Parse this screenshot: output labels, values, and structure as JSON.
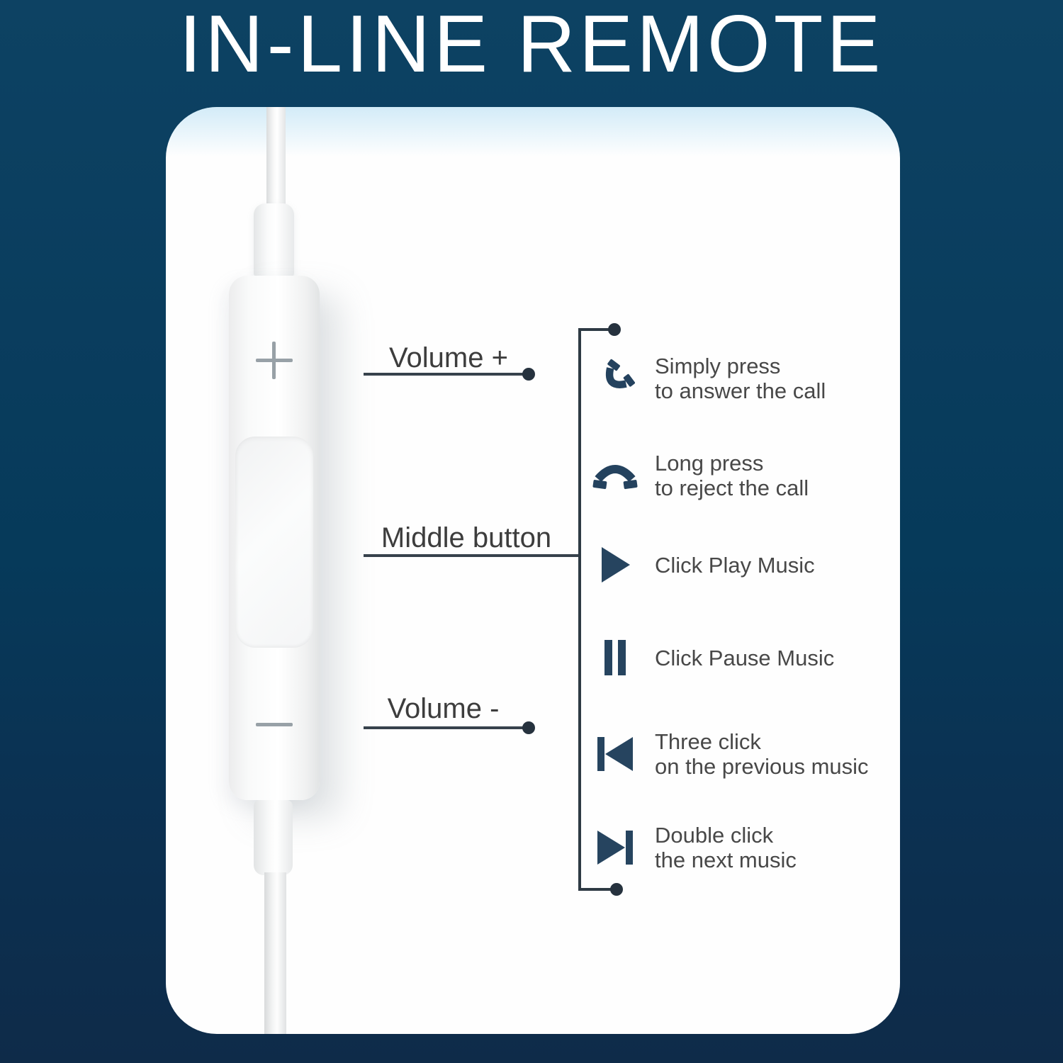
{
  "title": "IN-LINE REMOTE",
  "colors": {
    "background_top": "#0d4263",
    "background_bottom": "#0e2b49",
    "card": "#fefefe",
    "icon_navy": "#24425e",
    "callout_line": "#37424c",
    "label_text": "#3d3d3d",
    "action_text": "#484848",
    "title_text": "#ffffff"
  },
  "device": {
    "volume_up_symbol": "+",
    "volume_down_symbol": "-"
  },
  "device_labels": {
    "volume_up": "Volume +",
    "middle": "Middle button",
    "volume_down": "Volume -"
  },
  "actions": [
    {
      "icon": "answer-call-icon",
      "lines": [
        "Simply press",
        "to answer the call"
      ]
    },
    {
      "icon": "reject-call-icon",
      "lines": [
        "Long press",
        "to reject the call"
      ]
    },
    {
      "icon": "play-icon",
      "lines": [
        "Click Play Music"
      ]
    },
    {
      "icon": "pause-icon",
      "lines": [
        "Click Pause Music"
      ]
    },
    {
      "icon": "previous-track-icon",
      "lines": [
        "Three click",
        "on the previous music"
      ]
    },
    {
      "icon": "next-track-icon",
      "lines": [
        "Double click",
        "the next music"
      ]
    }
  ]
}
